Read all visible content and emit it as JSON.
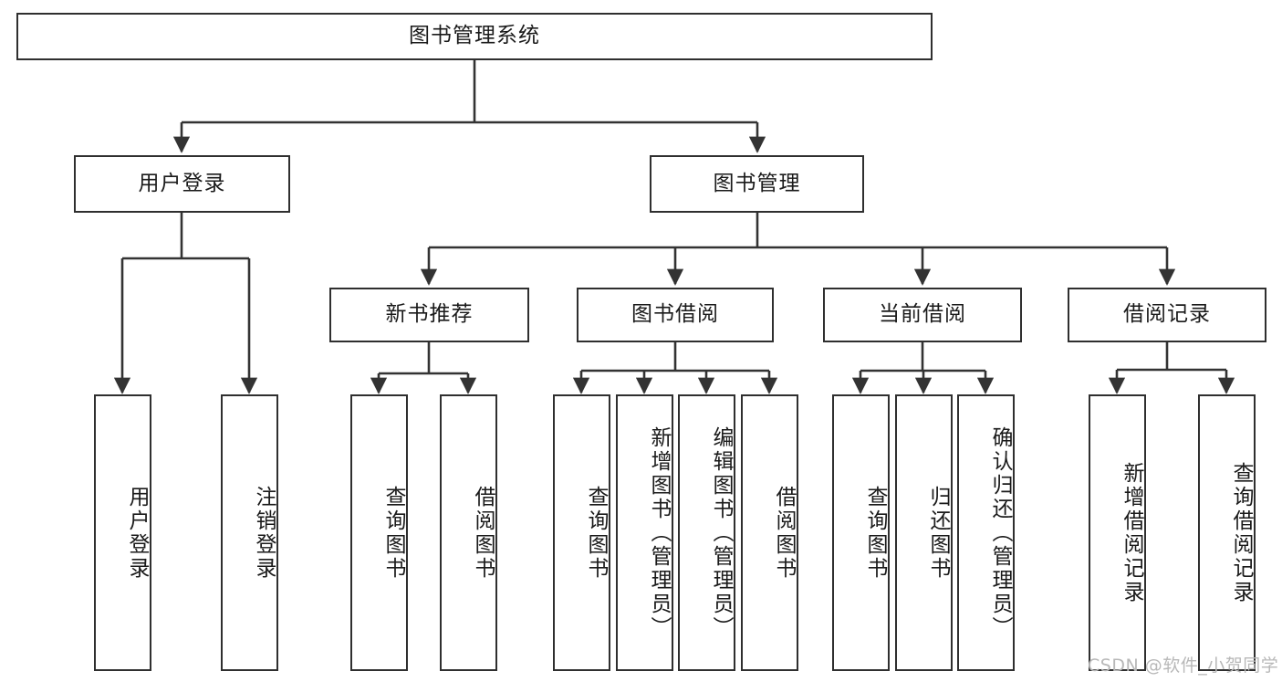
{
  "diagram": {
    "title": "图书管理系统",
    "type": "tree",
    "watermark": "CSDN @软件_小贺同学",
    "colors": {
      "box_border": "#2f2f2f",
      "box_fill": "#ffffff",
      "edge": "#333333",
      "text": "#1a1a1a",
      "watermark": "#b8b8b8"
    },
    "levels": {
      "root": {
        "label": "图书管理系统"
      },
      "level2": [
        {
          "id": "user-login",
          "label": "用户登录"
        },
        {
          "id": "book-manage",
          "label": "图书管理"
        }
      ],
      "level3": [
        {
          "id": "new-book-recommend",
          "label": "新书推荐",
          "parent": "book-manage"
        },
        {
          "id": "book-borrow",
          "label": "图书借阅",
          "parent": "book-manage"
        },
        {
          "id": "current-borrow",
          "label": "当前借阅",
          "parent": "book-manage"
        },
        {
          "id": "borrow-record",
          "label": "借阅记录",
          "parent": "book-manage"
        }
      ],
      "leaves": [
        {
          "id": "leaf-user-login",
          "label": "用户登录",
          "parent": "user-login"
        },
        {
          "id": "leaf-logout-login",
          "label": "注销登录",
          "parent": "user-login"
        },
        {
          "id": "leaf-query-book-1",
          "label": "查询图书",
          "parent": "new-book-recommend"
        },
        {
          "id": "leaf-borrow-book-1",
          "label": "借阅图书",
          "parent": "new-book-recommend"
        },
        {
          "id": "leaf-query-book-2",
          "label": "查询图书",
          "parent": "book-borrow"
        },
        {
          "id": "leaf-add-book",
          "label": "新增图书（管理员）",
          "parent": "book-borrow"
        },
        {
          "id": "leaf-edit-book",
          "label": "编辑图书（管理员）",
          "parent": "book-borrow"
        },
        {
          "id": "leaf-borrow-book-2",
          "label": "借阅图书",
          "parent": "book-borrow"
        },
        {
          "id": "leaf-query-book-3",
          "label": "查询图书",
          "parent": "current-borrow"
        },
        {
          "id": "leaf-return-book",
          "label": "归还图书",
          "parent": "current-borrow"
        },
        {
          "id": "leaf-confirm-return",
          "label": "确认归还（管理员）",
          "parent": "current-borrow"
        },
        {
          "id": "leaf-add-record",
          "label": "新增借阅记录",
          "parent": "borrow-record"
        },
        {
          "id": "leaf-query-record",
          "label": "查询借阅记录",
          "parent": "borrow-record"
        }
      ]
    }
  }
}
